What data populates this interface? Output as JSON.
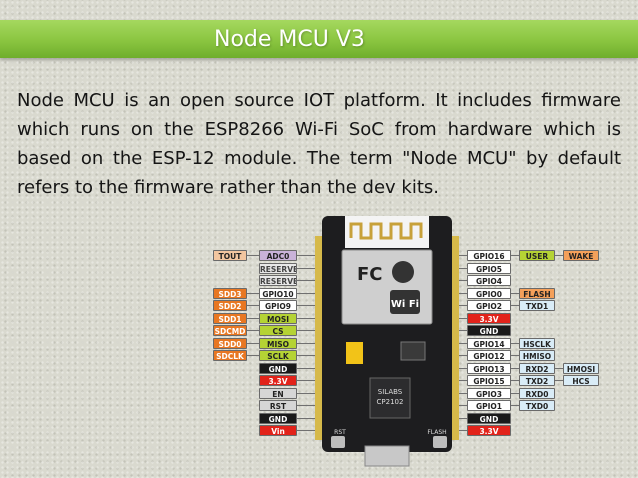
{
  "slide": {
    "title": "Node MCU V3",
    "body": "Node MCU is an open source IOT platform. It includes firmware which runs on the ESP8266 Wi-Fi SoC from hardware which is based on the ESP-12 module. The term \"Node MCU\" by default refers to the firmware rather than the dev kits."
  },
  "pinout": {
    "board": {
      "chip_labels": [
        "SILABS",
        "CP2102"
      ],
      "shield_text": "Wi Fi",
      "fcc_mark": "FC",
      "buttons": [
        "RST",
        "FLASH"
      ]
    },
    "left_pins": [
      {
        "name": "ADC0",
        "alt": [
          "TOUT"
        ]
      },
      {
        "name": "RESERVED",
        "alt": []
      },
      {
        "name": "RESERVED",
        "alt": []
      },
      {
        "name": "GPIO10",
        "alt": [
          "SDD3"
        ]
      },
      {
        "name": "GPIO9",
        "alt": [
          "SDD2"
        ]
      },
      {
        "name": "MOSI",
        "alt": [
          "SDD1"
        ]
      },
      {
        "name": "CS",
        "alt": [
          "SDCMD"
        ]
      },
      {
        "name": "MISO",
        "alt": [
          "SDD0"
        ]
      },
      {
        "name": "SCLK",
        "alt": [
          "SDCLK"
        ]
      },
      {
        "name": "GND",
        "alt": []
      },
      {
        "name": "3.3V",
        "alt": []
      },
      {
        "name": "EN",
        "alt": []
      },
      {
        "name": "RST",
        "alt": []
      },
      {
        "name": "GND",
        "alt": []
      },
      {
        "name": "Vin",
        "alt": []
      }
    ],
    "right_pins": [
      {
        "name": "GPIO16",
        "alt": [
          "USER",
          "WAKE"
        ]
      },
      {
        "name": "GPIO5",
        "alt": []
      },
      {
        "name": "GPIO4",
        "alt": []
      },
      {
        "name": "GPIO0",
        "alt": [
          "FLASH"
        ]
      },
      {
        "name": "GPIO2",
        "alt": [
          "TXD1"
        ]
      },
      {
        "name": "3.3V",
        "alt": []
      },
      {
        "name": "GND",
        "alt": []
      },
      {
        "name": "GPIO14",
        "alt": [
          "HSCLK"
        ]
      },
      {
        "name": "GPIO12",
        "alt": [
          "HMISO"
        ]
      },
      {
        "name": "GPIO13",
        "alt": [
          "RXD2",
          "HMOSI"
        ]
      },
      {
        "name": "GPIO15",
        "alt": [
          "TXD2",
          "HCS"
        ]
      },
      {
        "name": "GPIO3",
        "alt": [
          "RXD0"
        ]
      },
      {
        "name": "GPIO1",
        "alt": [
          "TXD0"
        ]
      },
      {
        "name": "GND",
        "alt": []
      },
      {
        "name": "3.3V",
        "alt": []
      }
    ],
    "colors": {
      "analog": "#f2c6a0",
      "reserved": "#e8e8e8",
      "gpio": "#ffffff",
      "power": "#e2231a",
      "ground": "#1a1a1a",
      "control": "#d6d6d6",
      "spi_sd": "#e87722",
      "sd_alt": "#f4a05a",
      "uart": "#d9ecf7",
      "user": "#b5d334",
      "wake": "#f4a05a",
      "hspi": "#d9ecf7"
    }
  }
}
